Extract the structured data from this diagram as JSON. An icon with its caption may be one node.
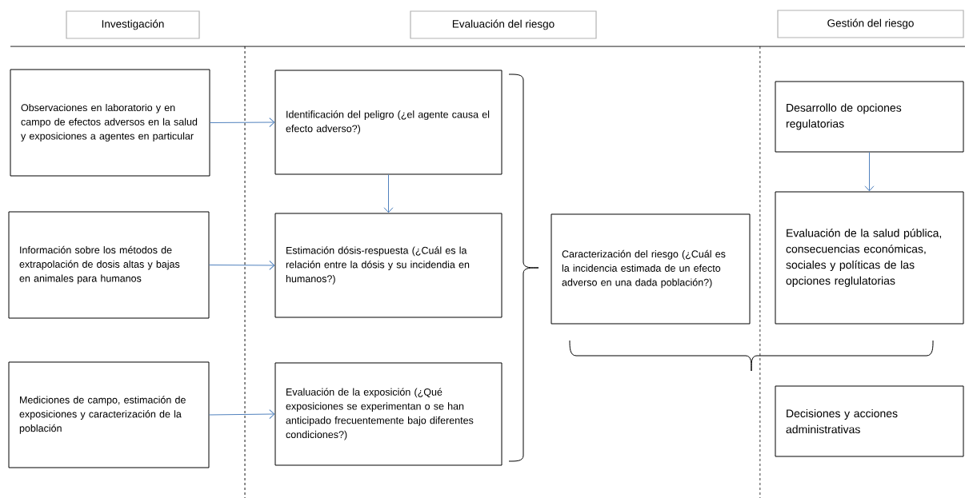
{
  "diagram": {
    "nodes": [
      {
        "text": [
          "Investigación"
        ]
      },
      {
        "text": [
          "Evaluación del riesgo"
        ]
      },
      {
        "text": [
          "Gestión del riesgo"
        ]
      },
      {
        "text": [
          "Observaciones en laboratorio y en campo de efectos adversos en la salud y exposiciones a agentes en particular"
        ]
      },
      {
        "text": [
          "Información sobre los métodos de extrapolación de dosis altas y bajas en animales para humanos"
        ]
      },
      {
        "text": [
          "Mediciones de campo, estimación de exposiciones y caracterización de la población"
        ]
      },
      {
        "text": [
          "Identificación del peligro (¿el agente causa el efecto adverso?)"
        ]
      },
      {
        "text": [
          "Estimación dósis-respuesta (¿Cuál es la relación entre la dósis y su incidendia en humanos?)"
        ]
      },
      {
        "text": [
          "Evaluación de la exposición (¿Qué exposiciones se experimentan  o se han anticipado frecuentemente bajo diferentes condiciones?)"
        ]
      },
      {
        "text": [
          "Caracterización del riesgo (¿Cuál es la incidencia estimada de un efecto adverso en una dada población?)"
        ]
      },
      {
        "text": [
          "Desarrollo de opciones regulatorias"
        ]
      },
      {
        "text": [
          "Evaluación de la salud pública,  consecuencias económicas, sociales y políticas de las opciones reglulatorias"
        ]
      },
      {
        "text": [
          "Decisiones y acciones administrativas"
        ]
      }
    ],
    "edges": [
      {
        "from": 3,
        "to": 6,
        "arrow": "to"
      },
      {
        "from": 4,
        "to": 7,
        "arrow": "to"
      },
      {
        "from": 5,
        "to": 8,
        "arrow": "to"
      },
      {
        "from": 6,
        "to": 7,
        "arrow": "to"
      },
      {
        "from": 10,
        "to": 11,
        "arrow": "to"
      }
    ]
  }
}
